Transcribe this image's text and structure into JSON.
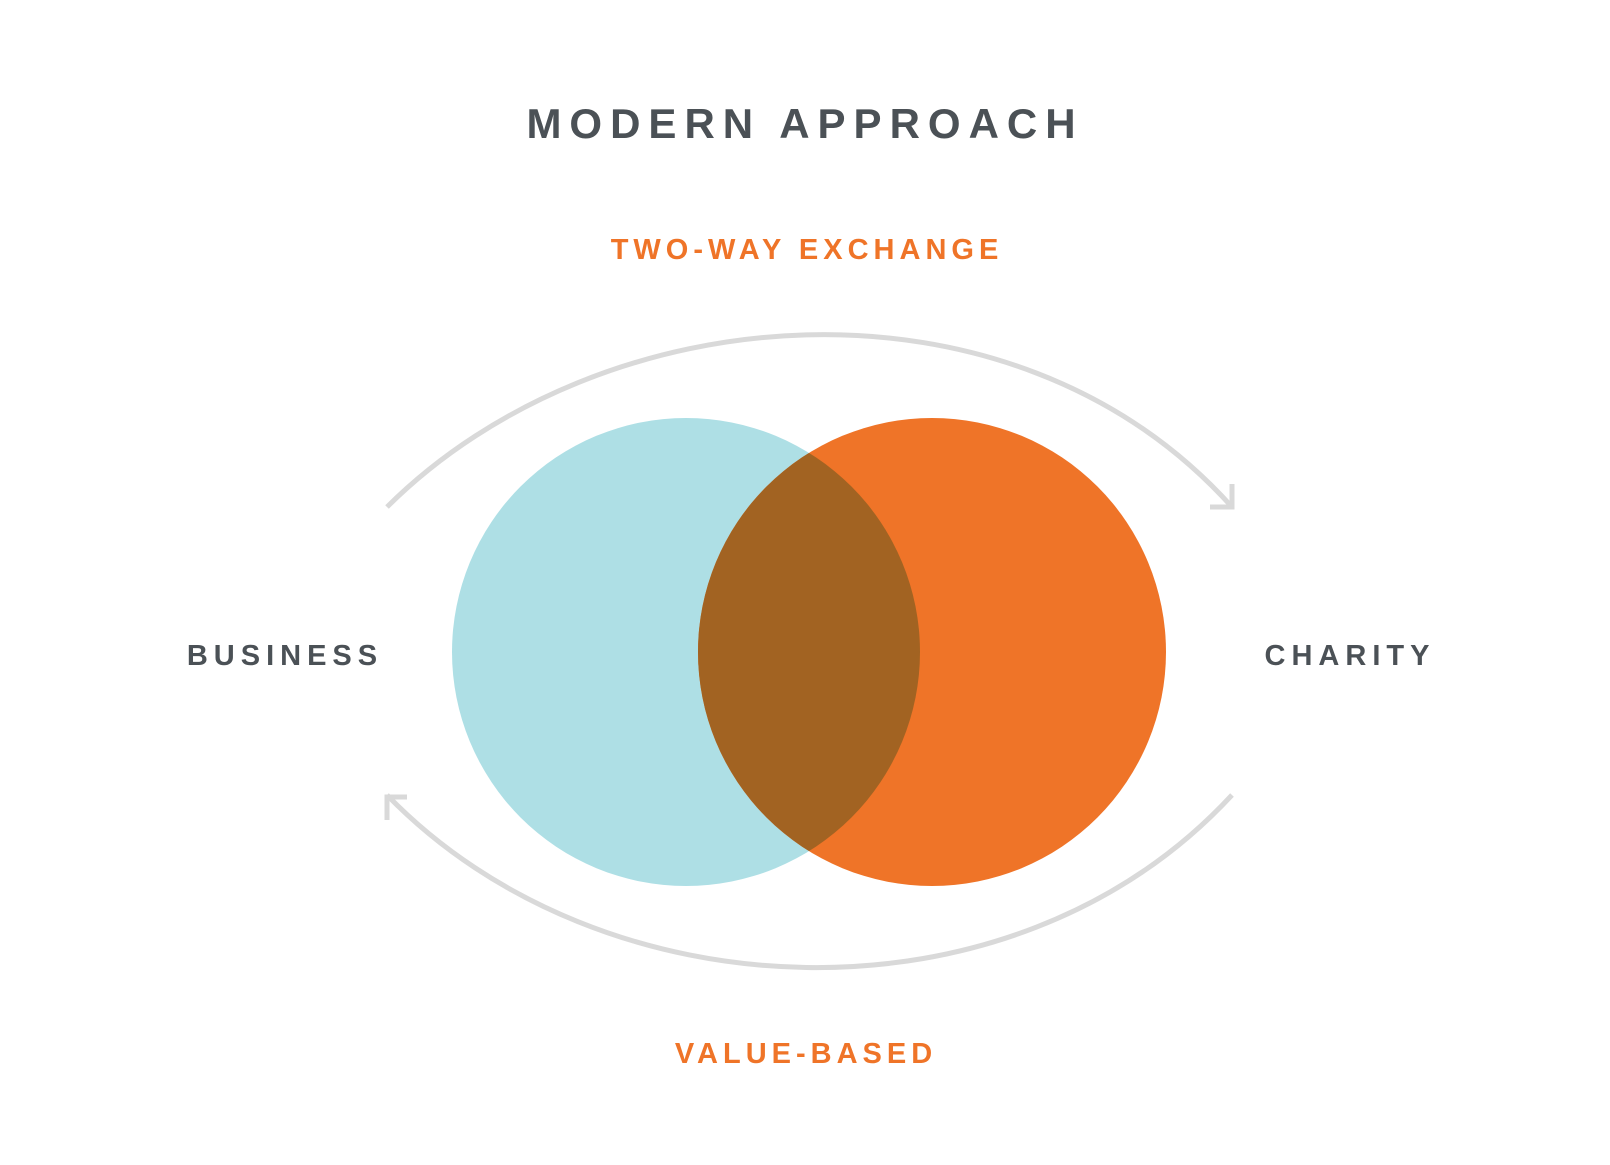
{
  "title": "MODERN APPROACH",
  "top_label": "TWO-WAY EXCHANGE",
  "bottom_label": "VALUE-BASED",
  "left_label": "BUSINESS",
  "right_label": "CHARITY",
  "colors": {
    "heading": "#4b5156",
    "accent": "#ef7428",
    "business_circle": "#aedfe5",
    "charity_circle": "#ef7428",
    "overlap": "#a26322",
    "arrow": "#d9d9d9",
    "background": "#ffffff"
  }
}
